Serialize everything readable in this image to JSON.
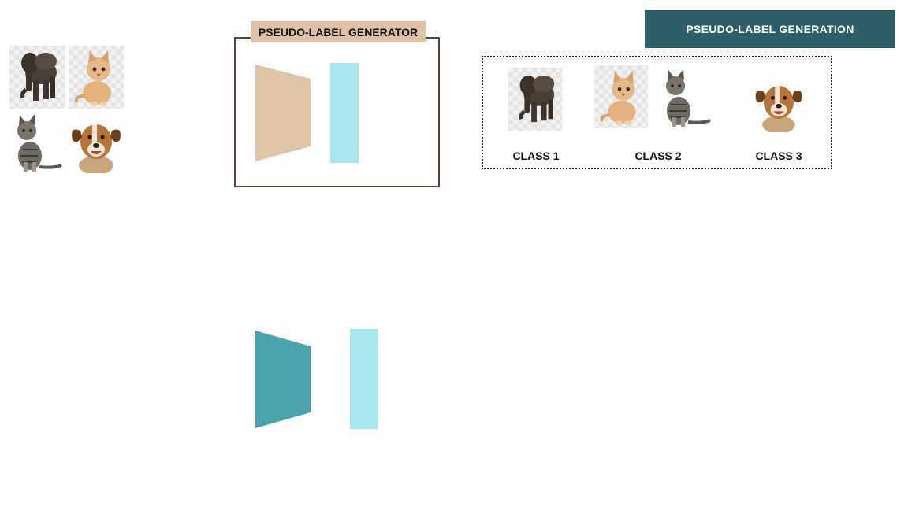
{
  "banner": {
    "title": "PSEUDO-LABEL GENERATION"
  },
  "generator": {
    "label": "PSEUDO-LABEL GENERATOR"
  },
  "inputs": [
    {
      "animal": "elephant"
    },
    {
      "animal": "kitten"
    },
    {
      "animal": "tabby-cat"
    },
    {
      "animal": "dog"
    }
  ],
  "classes": [
    {
      "label": "CLASS 1",
      "images": [
        "elephant"
      ]
    },
    {
      "label": "CLASS 2",
      "images": [
        "kitten",
        "tabby-cat"
      ]
    },
    {
      "label": "CLASS 3",
      "images": [
        "dog"
      ]
    }
  ],
  "colors": {
    "banner_bg": "#2c5f66",
    "generator_border": "#5b4337",
    "generator_label_bg": "#dfc2a6",
    "encoder_top": "#e0c4a8",
    "encoder_bottom": "#4aa3aa",
    "feature_bar": "#a9e6ef"
  }
}
